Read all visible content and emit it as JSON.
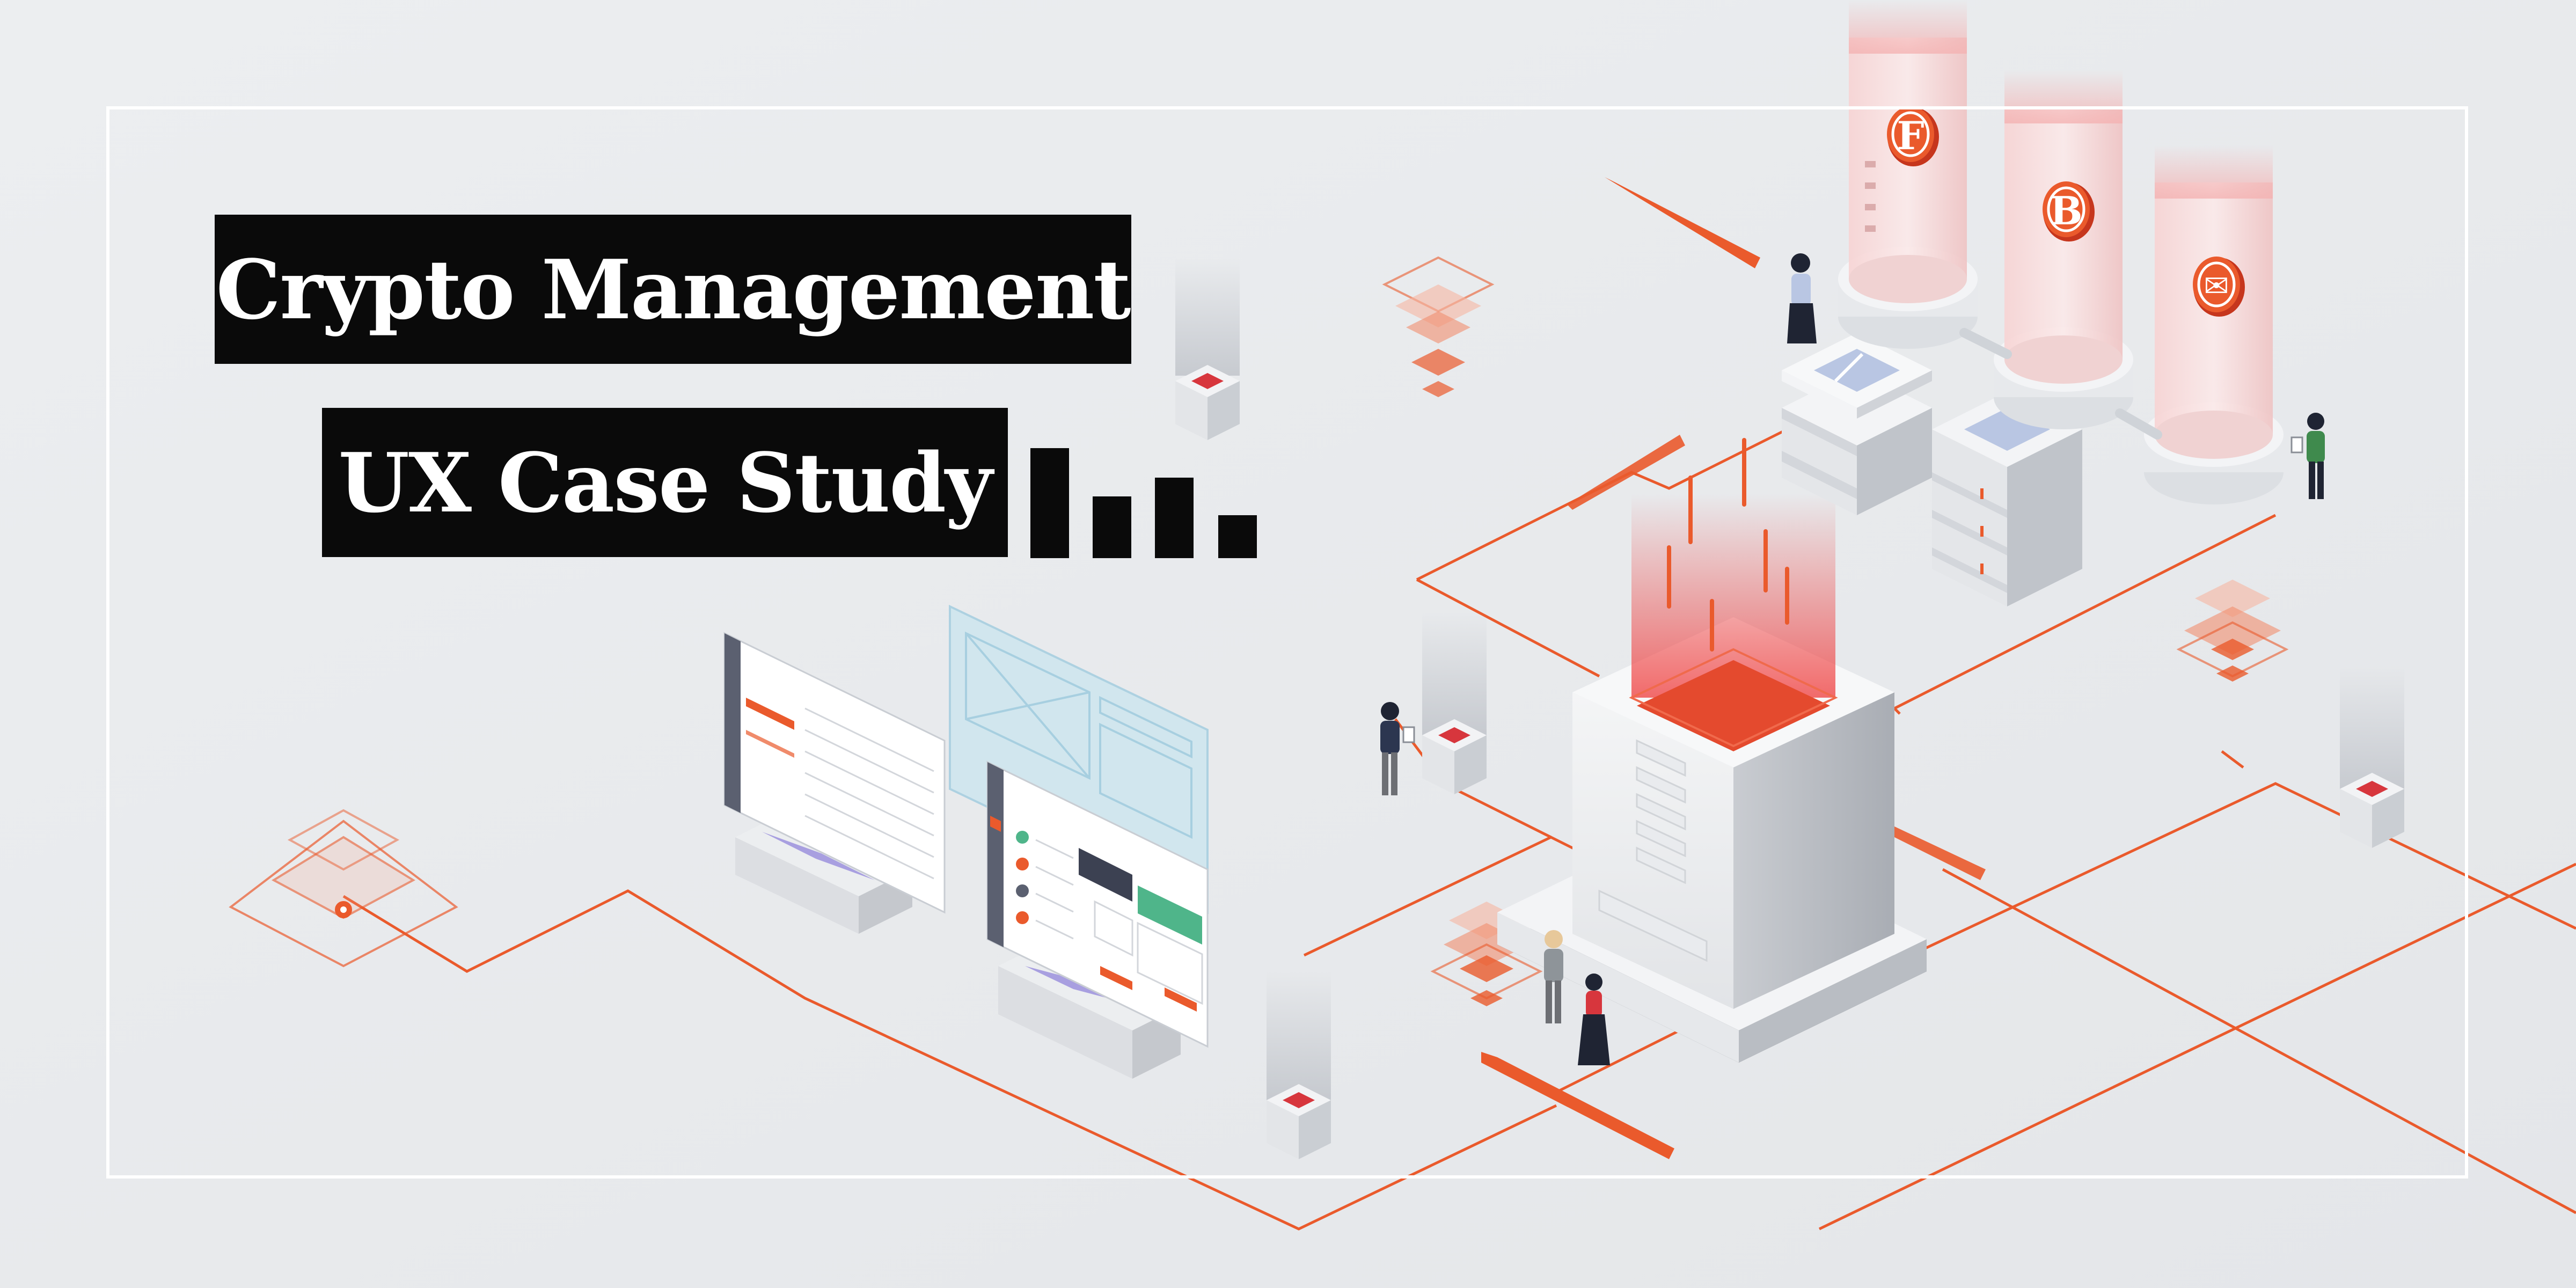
{
  "title": {
    "line1": "Crypto Management",
    "line2": "UX Case Study"
  },
  "coins": [
    {
      "symbol": "F"
    },
    {
      "symbol": "B"
    },
    {
      "symbol": "✉"
    }
  ],
  "colors": {
    "background": "#e9eaec",
    "accent": "#ea5a2c",
    "title_bg": "#0a0a0a",
    "title_text": "#ffffff",
    "frame": "#ffffff"
  }
}
